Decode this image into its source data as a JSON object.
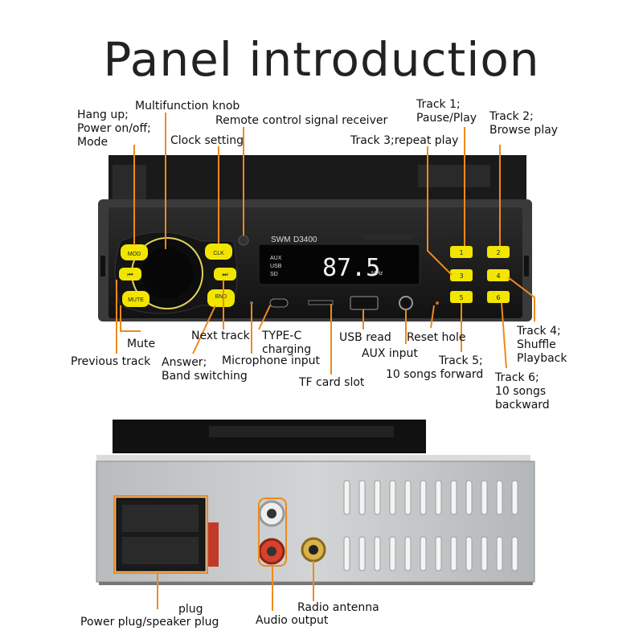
{
  "title": "Panel introduction",
  "radio": {
    "brand": "SWM",
    "model": "D3400",
    "display_sources": [
      "AUX",
      "USB",
      "SD"
    ],
    "display_freq": "87.5",
    "display_unit": "MHz",
    "button_mod": "MOD",
    "button_clk": "CLK",
    "button_mute": "MUTE",
    "button_bnd": "BND",
    "presets": [
      "1",
      "2",
      "3",
      "4",
      "5",
      "6"
    ]
  },
  "labels": {
    "hang_up": [
      "Hang up;",
      "Power on/off;",
      "Mode"
    ],
    "multifunction_knob": "Multifunction knob",
    "clock_setting": "Clock setting",
    "remote_receiver": "Remote control signal receiver",
    "track1": [
      "Track 1;",
      "Pause/Play"
    ],
    "track2": [
      "Track 2;",
      "Browse play"
    ],
    "track3": "Track 3;repeat play",
    "mute": "Mute",
    "previous_track": "Previous track",
    "next_track": "Next track",
    "answer": [
      "Answer;",
      "Band switching"
    ],
    "type_c": [
      "TYPE-C",
      "charging"
    ],
    "microphone": "Microphone input",
    "tf_card": "TF card slot",
    "usb_read": "USB read",
    "aux_input": "AUX input",
    "reset_hole": "Reset hole",
    "track5": [
      "Track 5;",
      "10 songs forward"
    ],
    "track4": [
      "Track 4;",
      "Shuffle",
      "Playback"
    ],
    "track6": [
      "Track 6;",
      "10 songs",
      "backward"
    ],
    "plug": "plug",
    "power_plug": "Power plug/speaker plug",
    "radio_antenna": "Radio antenna",
    "audio_output": "Audio output"
  },
  "colors": {
    "button_yellow": "#f2e600",
    "leader_orange": "#ee8a1c",
    "body_dark": "#1c1c1c"
  }
}
